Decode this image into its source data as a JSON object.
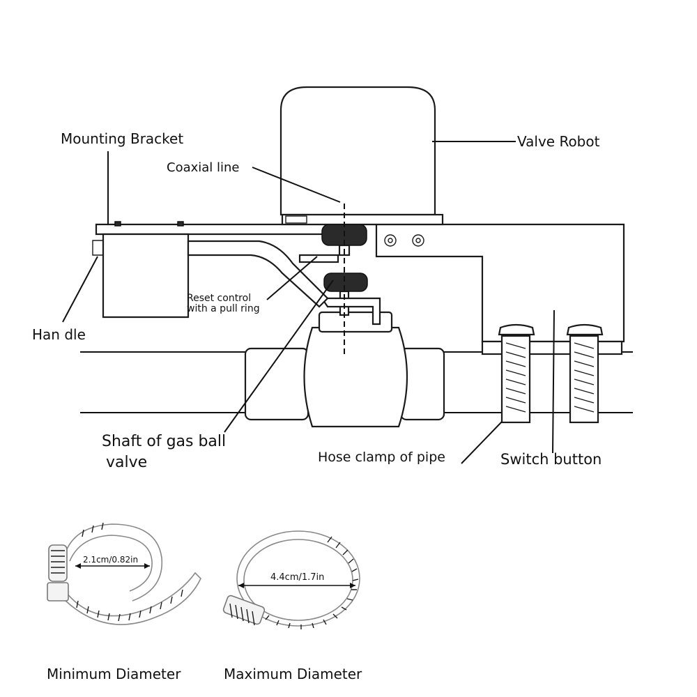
{
  "labels": {
    "mounting_bracket": "Mounting Bracket",
    "valve_robot": "Valve Robot",
    "coaxial_line": "Coaxial line",
    "reset_control_line1": "Reset control",
    "reset_control_line2": "with a pull ring",
    "handle": "Han dle",
    "shaft_line1": "Shaft of gas ball",
    "shaft_line2": "valve",
    "hose_clamp": "Hose clamp of pipe",
    "switch_button": "Switch button"
  },
  "clamps": {
    "min_measure": "2.1cm/0.82in",
    "max_measure": "4.4cm/1.7in",
    "min_caption": "Minimum Diameter",
    "max_caption": "Maximum Diameter"
  }
}
